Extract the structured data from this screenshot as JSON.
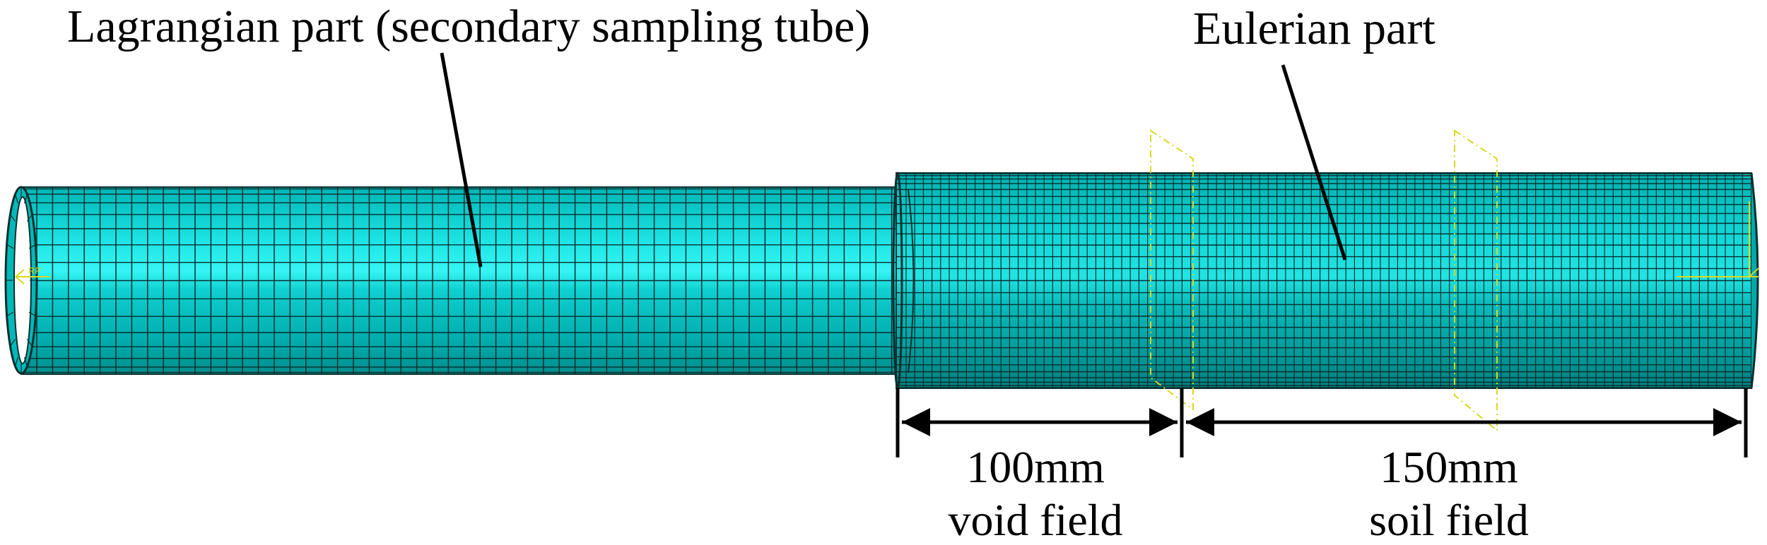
{
  "labels": {
    "lagrangian": "Lagrangian part (secondary sampling tube)",
    "eulerian": "Eulerian part"
  },
  "dimensions": [
    {
      "value": "100mm",
      "description": "void field"
    },
    {
      "value": "150mm",
      "description": "soil field"
    }
  ],
  "colors": {
    "mesh_fill": "#00C8C8",
    "mesh_light": "#2EF0F0",
    "mesh_dark": "#008A8A",
    "mesh_lines": "#0B2E2E",
    "reference_planes": "#D8D820",
    "leader_lines": "#000000"
  },
  "icons": [
    "coordinate-axis-icon",
    "coordinate-axis-icon"
  ]
}
